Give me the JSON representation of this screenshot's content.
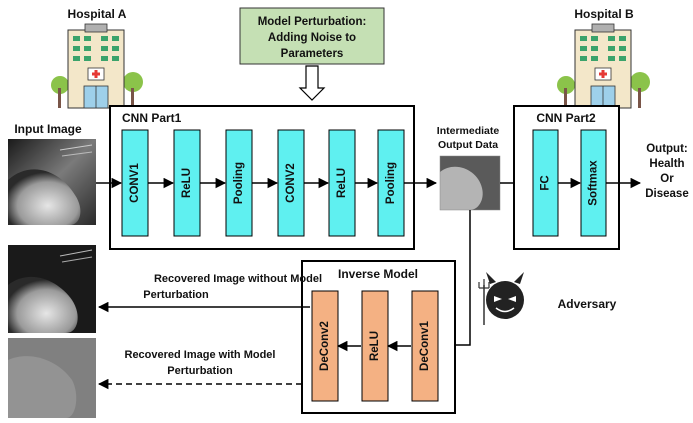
{
  "hospital_a": {
    "label": "Hospital A"
  },
  "hospital_b": {
    "label": "Hospital B"
  },
  "perturbation": {
    "line1": "Model Perturbation:",
    "line2": "Adding Noise to",
    "line3": "Parameters"
  },
  "input": {
    "label": "Input Image"
  },
  "cnn_part1": {
    "title": "CNN Part1",
    "layers": [
      "CONV1",
      "ReLU",
      "Pooling",
      "CONV2",
      "ReLU",
      "Pooling"
    ]
  },
  "intermediate": {
    "line1": "Intermediate",
    "line2": "Output Data"
  },
  "cnn_part2": {
    "title": "CNN Part2",
    "layers": [
      "FC",
      "Softmax"
    ]
  },
  "output": {
    "line1": "Output:",
    "line2": "Health",
    "line3": "Or",
    "line4": "Disease"
  },
  "inverse_model": {
    "title": "Inverse Model",
    "layers": [
      "DeConv2",
      "ReLU",
      "DeConv1"
    ]
  },
  "recovered_without": {
    "line1": "Recovered Image without Model",
    "line2": "Perturbation"
  },
  "recovered_with": {
    "line1": "Recovered Image with Model",
    "line2": "Perturbation"
  },
  "adversary": {
    "label": "Adversary"
  },
  "colors": {
    "cnn_layer": "#5ff0f0",
    "inverse_layer": "#f4b183",
    "perturbation_box": "#c5e0b4",
    "building": "#f3e7c9",
    "window": "#3aa36b"
  }
}
